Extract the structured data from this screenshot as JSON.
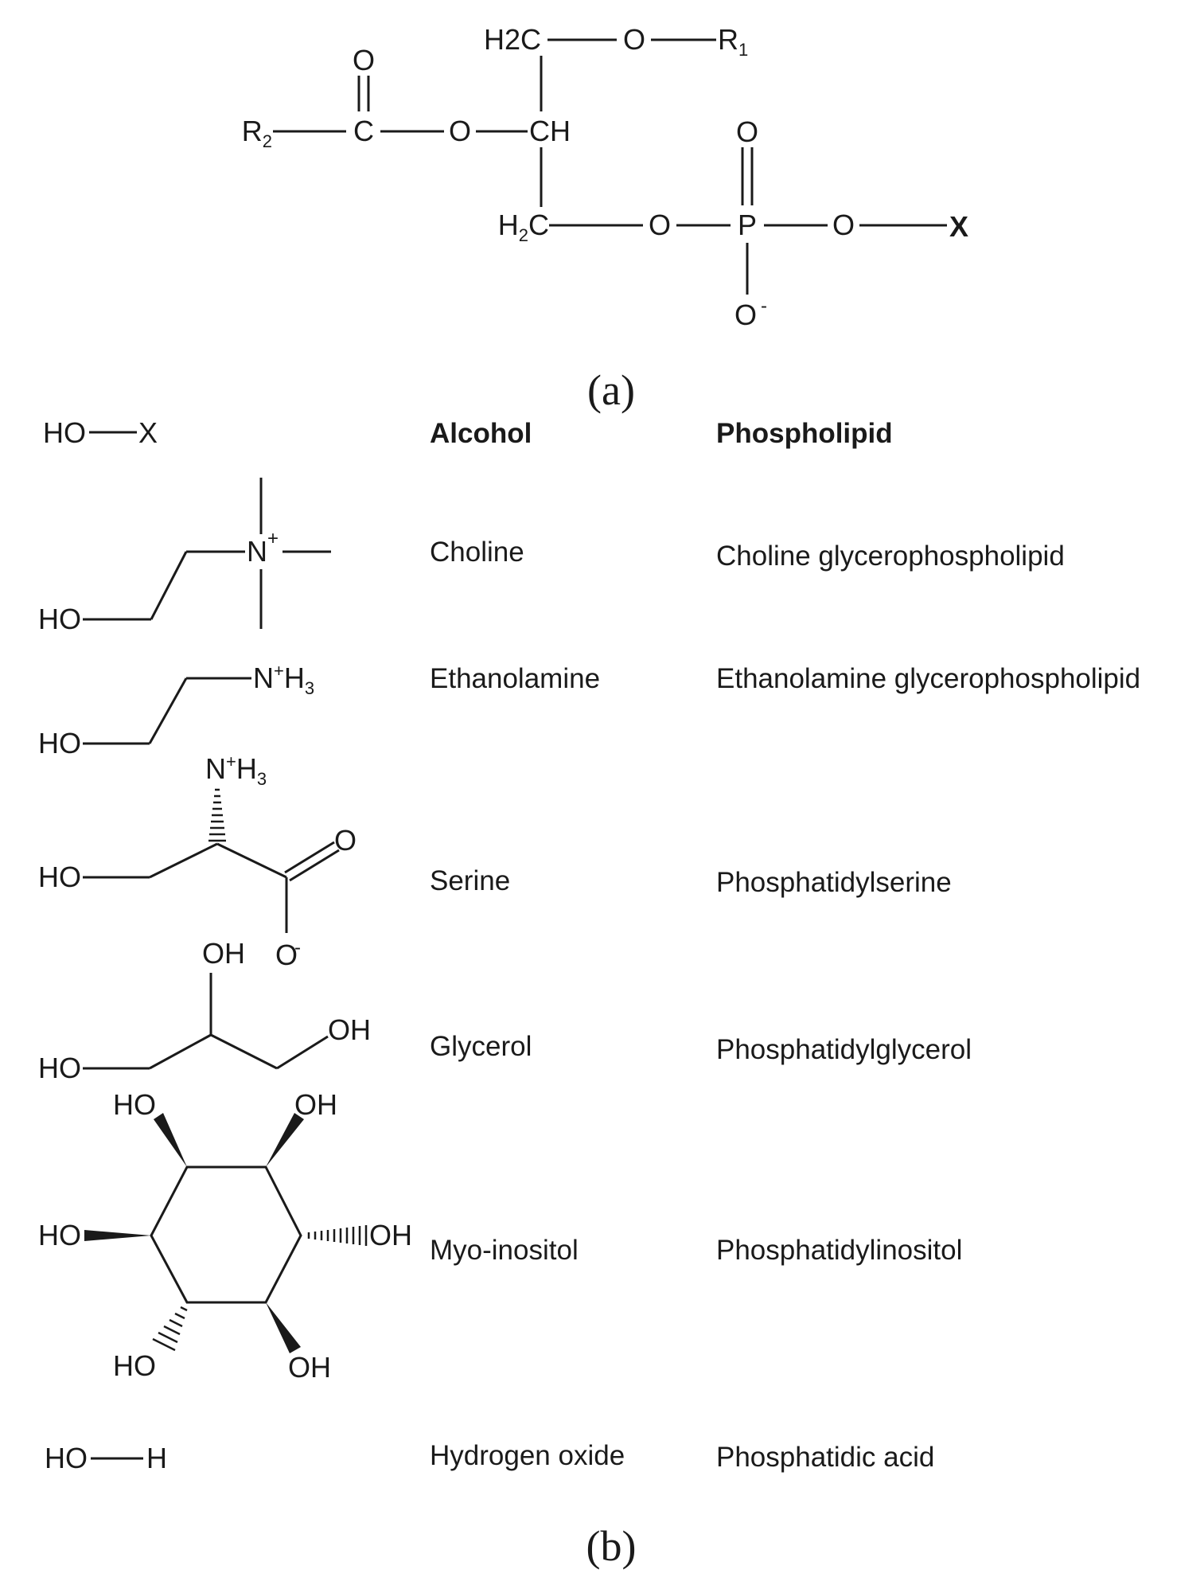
{
  "backbone": {
    "c_top": "H2C",
    "o_top": "O",
    "r1": "R1",
    "r2": "R2",
    "carbonyl_c": "C",
    "carbonyl_o": "O",
    "ester_o": "O",
    "ch": "CH",
    "c_bottom": "H2C",
    "o_bottom": "O",
    "p": "P",
    "p_oxo": "O",
    "p_o_ring": "O",
    "p_o_minus": "O",
    "x": "X"
  },
  "captions": {
    "a": "(a)",
    "b": "(b)"
  },
  "table": {
    "generic": {
      "ho": "HO",
      "x": "X"
    },
    "headers": {
      "alcohol": "Alcohol",
      "phospholipid": "Phospholipid"
    },
    "rows": [
      {
        "alcohol": "Choline",
        "phospholipid": "Choline glycerophospholipid"
      },
      {
        "alcohol": "Ethanolamine",
        "phospholipid": "Ethanolamine glycerophospholipid"
      },
      {
        "alcohol": "Serine",
        "phospholipid": "Phosphatidylserine"
      },
      {
        "alcohol": "Glycerol",
        "phospholipid": "Phosphatidylglycerol"
      },
      {
        "alcohol": "Myo-inositol",
        "phospholipid": "Phosphatidylinositol"
      },
      {
        "alcohol": "Hydrogen oxide",
        "phospholipid": "Phosphatidic acid"
      }
    ]
  },
  "structures": {
    "choline": {
      "ho": "HO",
      "n": "N"
    },
    "ethanolamine": {
      "ho": "HO",
      "n": "N",
      "h": "H"
    },
    "serine": {
      "ho": "HO",
      "n": "N",
      "h": "H",
      "o_carbonyl": "O",
      "o_minus": "O"
    },
    "glycerol": {
      "ho": "HO",
      "oh_top": "OH",
      "oh_right": "OH"
    },
    "inositol": {
      "ho_top_left": "HO",
      "oh_top_right": "OH",
      "ho_left": "HO",
      "oh_right": "OH",
      "ho_bottom_left": "HO",
      "oh_bottom_right": "OH"
    },
    "water": {
      "ho": "HO",
      "h": "H"
    }
  }
}
